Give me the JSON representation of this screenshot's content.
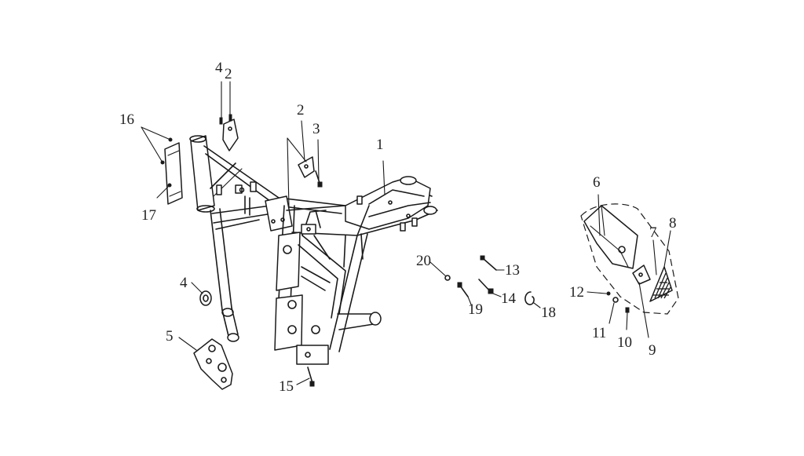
{
  "callouts": [
    {
      "id": "1",
      "text": "1"
    },
    {
      "id": "2a",
      "text": "2"
    },
    {
      "id": "2b",
      "text": "2"
    },
    {
      "id": "3",
      "text": "3"
    },
    {
      "id": "4a",
      "text": "4"
    },
    {
      "id": "4b",
      "text": "4"
    },
    {
      "id": "5",
      "text": "5"
    },
    {
      "id": "6",
      "text": "6"
    },
    {
      "id": "7",
      "text": "7"
    },
    {
      "id": "8",
      "text": "8"
    },
    {
      "id": "9",
      "text": "9"
    },
    {
      "id": "10",
      "text": "10"
    },
    {
      "id": "11",
      "text": "11"
    },
    {
      "id": "12",
      "text": "12"
    },
    {
      "id": "13",
      "text": "13"
    },
    {
      "id": "14",
      "text": "14"
    },
    {
      "id": "15",
      "text": "15"
    },
    {
      "id": "16",
      "text": "16"
    },
    {
      "id": "17",
      "text": "17"
    },
    {
      "id": "18",
      "text": "18"
    },
    {
      "id": "19",
      "text": "19"
    },
    {
      "id": "20",
      "text": "20"
    }
  ]
}
